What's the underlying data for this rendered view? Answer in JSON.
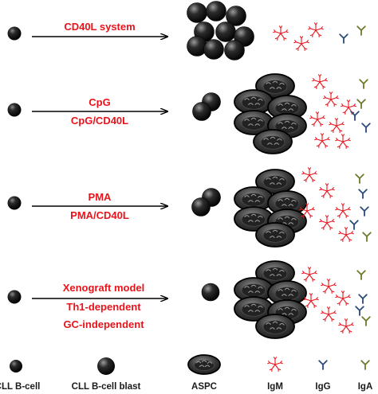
{
  "colors": {
    "condition_text": "#e8141b",
    "legend_text": "#1a1a1a",
    "cell_dark": "#111111",
    "aspc_body": "#3a3a3a",
    "igm": "#e8141b",
    "igg": "#2a4a7a",
    "iga": "#6b7a2a"
  },
  "rows": [
    {
      "conditions": [
        "CD40L system"
      ],
      "outcome": "blasts",
      "antibodies": [
        "IgM",
        "IgG",
        "IgA"
      ]
    },
    {
      "conditions": [
        "CpG",
        "CpG/CD40L"
      ],
      "outcome": "blasts-and-aspc",
      "antibodies": [
        "IgM",
        "IgG",
        "IgA"
      ]
    },
    {
      "conditions": [
        "PMA",
        "PMA/CD40L"
      ],
      "outcome": "blasts-and-aspc",
      "antibodies": [
        "IgM",
        "IgG",
        "IgA"
      ]
    },
    {
      "conditions": [
        "Xenograft model",
        "Th1-dependent",
        "GC-independent"
      ],
      "outcome": "blast-and-aspc",
      "antibodies": [
        "IgM",
        "IgG",
        "IgA"
      ]
    }
  ],
  "legend": {
    "cll_b_cell": "CLL B-cell",
    "cll_b_cell_blast": "CLL B-cell blast",
    "aspc": "ASPC",
    "igm": "IgM",
    "igg": "IgG",
    "iga": "IgA"
  },
  "icons": [
    "cll-b-cell-icon",
    "cll-b-cell-blast-icon",
    "aspc-icon",
    "igm-icon",
    "igg-icon",
    "iga-icon",
    "arrow-icon"
  ]
}
